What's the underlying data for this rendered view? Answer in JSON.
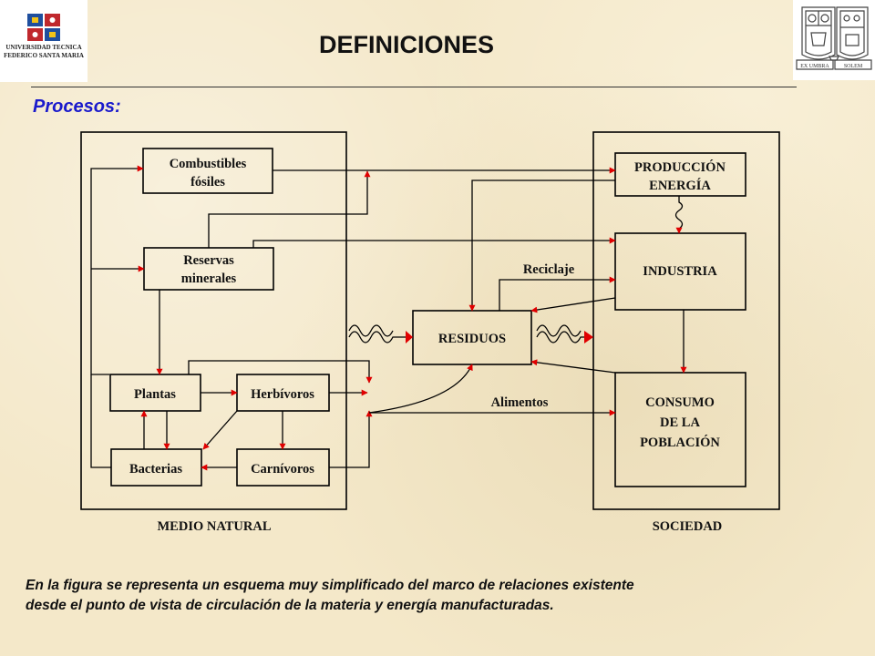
{
  "header": {
    "left_logo": {
      "icon": "utfsm-crest-icon",
      "line1": "UNIVERSIDAD TECNICA",
      "line2": "FEDERICO SANTA MARIA"
    },
    "right_logo": {
      "icon": "coat-of-arms-icon",
      "banner_left": "EX UMBRA",
      "banner_right": "SOLEM"
    },
    "title": "DEFINICIONES"
  },
  "section": {
    "subtitle": "Procesos:"
  },
  "diagram": {
    "boxes": {
      "combustibles_line1": "Combustibles",
      "combustibles_line2": "fósiles",
      "reservas_line1": "Reservas",
      "reservas_line2": "minerales",
      "plantas": "Plantas",
      "herbivoros": "Herbívoros",
      "bacterias": "Bacterias",
      "carnivoros": "Carnívoros",
      "residuos": "RESIDUOS",
      "produccion_line1": "PRODUCCIÓN",
      "produccion_line2": "ENERGÍA",
      "industria": "INDUSTRIA",
      "consumo_line1": "CONSUMO",
      "consumo_line2": "DE LA",
      "consumo_line3": "POBLACIÓN"
    },
    "labels": {
      "reciclaje": "Reciclaje",
      "alimentos": "Alimentos",
      "medio_natural": "MEDIO NATURAL",
      "sociedad": "SOCIEDAD"
    },
    "arrow_color": "#e00000",
    "line_color": "#000000"
  },
  "caption": {
    "line1": "En la figura se representa un esquema muy simplificado del marco de relaciones existente",
    "line2": "desde el punto de vista de circulación de la materia y energía manufacturadas."
  },
  "colors": {
    "background": "#f4e8c9",
    "subtitle": "#1a1acc",
    "crest_blue": "#1f4f9e",
    "crest_red": "#c0282d"
  }
}
